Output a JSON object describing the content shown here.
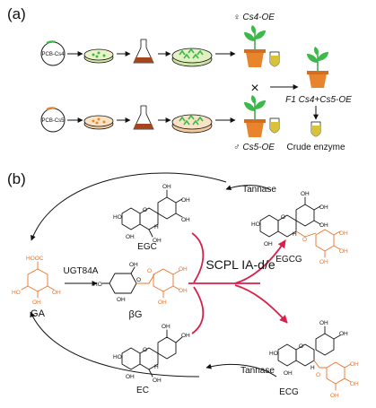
{
  "panel_a": {
    "label": "(a)",
    "plasmid_1": "PCB-Cs4",
    "plasmid_2": "PCB-Cs5",
    "female_line": "♀ Cs4-OE",
    "male_line": "♂ Cs5-OE",
    "cross_symbol": "×",
    "f1_label": "F1 Cs4+Cs5-OE",
    "crude_enzyme": "Crude enzyme"
  },
  "panel_b": {
    "label": "(b)",
    "compounds": {
      "egc": "EGC",
      "egcg": "EGCG",
      "ga": "GA",
      "bg": "βG",
      "ec": "EC",
      "ecg": "ECG"
    },
    "enzymes": {
      "ugt": "UGT84A",
      "scpl": "SCPL IA-d/e",
      "tannase_top": "Tannase",
      "tannase_bottom": "Tannase"
    },
    "atoms": {
      "oh": "OH",
      "ho": "HO",
      "o": "O",
      "h": "H",
      "hooc": "HOOC"
    }
  },
  "colors": {
    "orange": "#e8742a",
    "red_arrow": "#d8214a",
    "plant_green": "#3db84a",
    "pot": "#e8842c",
    "tube": "#d8c23a"
  }
}
